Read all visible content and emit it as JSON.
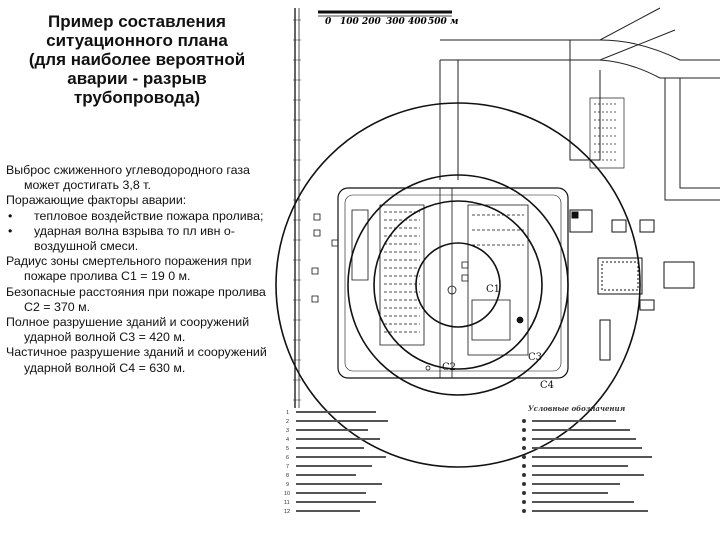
{
  "title_lines": [
    "Пример составления",
    "ситуационного плана",
    "(для наиболее вероятной",
    "аварии - разрыв",
    "трубопровода)"
  ],
  "text": {
    "p1": "Выброс сжиженного углеводородного газа может достигать 3,8 т.",
    "p2": "Поражающие факторы аварии:",
    "b1": "тепловое воздействие пожара пролива;",
    "b2": "ударная волна взрыва то пл ивн о-воздушной смеси.",
    "p3": "Радиус зоны смертельного поражения при пожаре пролива С1 = 19 0 м.",
    "p4": "Безопасные расстояния при пожаре пролива С2 = 370 м.",
    "p5": "Полное разрушение зданий и сооружений ударной волной С3 = 420 м.",
    "p6": "Частичное разрушение зданий и сооружений ударной волной С4 = 630 м."
  },
  "plan": {
    "scale_labels": [
      "0",
      "100",
      "200",
      "300",
      "400",
      "500 м"
    ],
    "zone_labels": [
      "C1",
      "C2",
      "C3",
      "C4"
    ],
    "legend_title": "Условные обозначения"
  }
}
